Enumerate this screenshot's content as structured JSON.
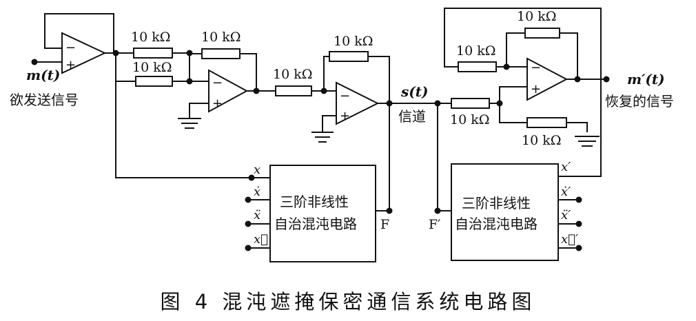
{
  "caption": "图 4   混沌遮掩保密通信系统电路图",
  "signals": {
    "input": "m(t)",
    "input_desc": "欲发送信号",
    "channel_signal": "s(t)",
    "channel_desc": "信道",
    "output": "m′(t)",
    "output_desc": "恢复的信号"
  },
  "resistor_label": "10 kΩ",
  "opamp_signs": {
    "minus": "−",
    "plus": "+"
  },
  "transmitter_circuit": {
    "line1": "三阶非线性",
    "line2": "自治混沌电路",
    "terminal": "F",
    "pins": [
      "x",
      "ẋ",
      "ẍ",
      "x⃛"
    ]
  },
  "receiver_circuit": {
    "line1": "三阶非线性",
    "line2": "自治混沌电路",
    "terminal": "F′",
    "pins": [
      "x′",
      "ẋ′",
      "ẍ′",
      "x⃛′"
    ]
  }
}
